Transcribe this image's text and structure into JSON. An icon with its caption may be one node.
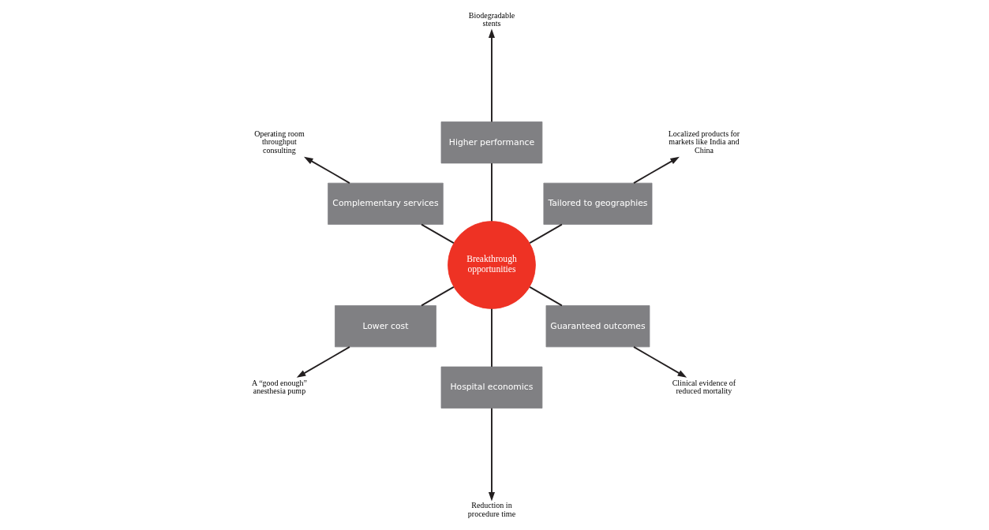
{
  "diagram": {
    "nodes": [
      {
        "text": [
          "Localized products for markets like India and China"
        ]
      },
      {
        "text": [
          "Biodegradable stents"
        ]
      },
      {
        "text": [
          "Tailored to geographies"
        ]
      },
      {
        "text": [
          "Higher performance"
        ]
      },
      {
        "text": [
          "Operating room throughput consulting"
        ]
      },
      {
        "text": [
          "Complementary services"
        ]
      },
      {
        "text": [
          "Breakthrough opportunities"
        ]
      },
      {
        "text": [
          "Lower cost"
        ]
      },
      {
        "text": [
          "A “good enough” anesthesia pump"
        ]
      },
      {
        "text": [
          "Hospital economics"
        ]
      },
      {
        "text": [
          "Guaranteed outcomes"
        ]
      },
      {
        "text": [
          "Reduction in procedure time"
        ]
      },
      {
        "text": [
          "Clinical evidence of reduced mortality"
        ]
      }
    ],
    "edges": [
      {
        "from": 6,
        "to": 2,
        "arrow": "none"
      },
      {
        "from": 6,
        "to": 3,
        "arrow": "none"
      },
      {
        "from": 6,
        "to": 5,
        "arrow": "none"
      },
      {
        "from": 6,
        "to": 7,
        "arrow": "none"
      },
      {
        "from": 6,
        "to": 9,
        "arrow": "none"
      },
      {
        "from": 6,
        "to": 10,
        "arrow": "none"
      },
      {
        "from": 2,
        "to": 0,
        "arrow": "to"
      },
      {
        "from": 3,
        "to": 1,
        "arrow": "to"
      },
      {
        "from": 5,
        "to": 4,
        "arrow": "to"
      },
      {
        "from": 7,
        "to": 8,
        "arrow": "to"
      },
      {
        "from": 9,
        "to": 11,
        "arrow": "to"
      },
      {
        "from": 10,
        "to": 12,
        "arrow": "to"
      }
    ]
  }
}
